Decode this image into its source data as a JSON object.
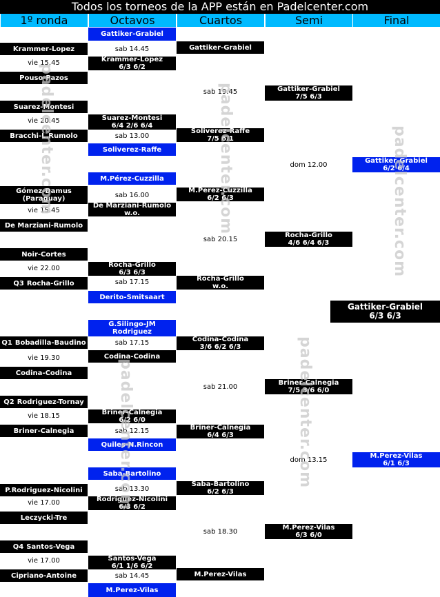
{
  "banner": "Todos los torneos de la APP están en Padelcenter.com",
  "columns": [
    "1º ronda",
    "Octavos",
    "Cuartos",
    "Semi",
    "Final"
  ],
  "watermark": "padelcenter.com",
  "round1": [
    {
      "line1": "Krammer-Lopez"
    },
    {
      "line1": "Pouso-Pazos"
    },
    {
      "line1": "Suarez-Montesi"
    },
    {
      "line1": "Bracchi-L.Rumolo"
    },
    {
      "line1": "Gómez-Damus",
      "line2": "(Paraguay)"
    },
    {
      "line1": "De Marziani-Rumolo"
    },
    {
      "line1": "Noir-Cortes"
    },
    {
      "seed": "Q3",
      "line1": "Rocha-Grillo"
    },
    {
      "seed": "Q1",
      "line1": "Bobadilla-Baudino"
    },
    {
      "line1": "Codina-Codina"
    },
    {
      "seed": "Q2",
      "line1": "Rodriguez-Tornay"
    },
    {
      "line1": "Briner-Calnegia"
    },
    {
      "line1": "P.Rodriguez-Nicolini"
    },
    {
      "line1": "Leczycki-Tre"
    },
    {
      "seed": "Q4",
      "line1": "Santos-Vega"
    },
    {
      "line1": "Cipriano-Antoine"
    }
  ],
  "round1_times": [
    "vie 15.45",
    "vie 20.45",
    "vie 15.45",
    "vie 22.00",
    "vie 19.30",
    "vie 18.15",
    "vie 17.00",
    "vie 17.00"
  ],
  "octavos": [
    {
      "line1": "Gattiker-Grabiel",
      "color": "blue"
    },
    {
      "line1": "Krammer-Lopez",
      "line2": "6/3 6/2",
      "color": "black"
    },
    {
      "line1": "Suarez-Montesi",
      "line2": "6/4 2/6 6/4",
      "color": "black"
    },
    {
      "line1": "Soliverez-Raffe",
      "color": "blue"
    },
    {
      "line1": "M.Pérez-Cuzzilla",
      "color": "blue"
    },
    {
      "line1": "De Marziani-Rumolo",
      "line2": "w.o.",
      "color": "black"
    },
    {
      "line1": "Rocha-Grillo",
      "line2": "6/3 6/3",
      "color": "black"
    },
    {
      "line1": "Derito-Smitsaart",
      "color": "blue"
    },
    {
      "line1": "G.Silingo-JM",
      "line2": "Rodriguez",
      "color": "blue"
    },
    {
      "line1": "Codina-Codina",
      "color": "black"
    },
    {
      "line1": "Briner-Calnegia",
      "line2": "6/2 6/0",
      "color": "black"
    },
    {
      "line1": "Quiles-N.Rincon",
      "color": "blue"
    },
    {
      "line1": "Saba-Bartolino",
      "color": "blue"
    },
    {
      "line1": "Rodriguez-Nicolini",
      "line2": "6/3 6/2",
      "color": "black"
    },
    {
      "line1": "Santos-Vega",
      "line2": "6/1 1/6 6/2",
      "color": "black"
    },
    {
      "line1": "M.Perez-Vilas",
      "color": "blue"
    }
  ],
  "octavos_times": [
    "sab 14.45",
    "sab 13.00",
    "sab 16.00",
    "sab 17.15",
    "sab 17.15",
    "sab 12.15",
    "sab 13.30",
    "sab 14.45"
  ],
  "cuartos": [
    {
      "line1": "Gattiker-Grabiel"
    },
    {
      "line1": "Soliverez-Raffe",
      "line2": "7/5 6/1"
    },
    {
      "line1": "M.Perez-Cuzzilla",
      "line2": "6/2 6/3"
    },
    {
      "line1": "Rocha-Grillo",
      "line2": "w.o."
    },
    {
      "line1": "Codina-Codina",
      "line2": "3/6 6/2 6/3"
    },
    {
      "line1": "Briner-Calnegia",
      "line2": "6/4 6/3"
    },
    {
      "line1": "Saba-Bartolino",
      "line2": "6/2 6/3"
    },
    {
      "line1": "M.Perez-Vilas"
    }
  ],
  "cuartos_times": [
    "sab 19.45",
    "sab 20.15",
    "sab 21.00",
    "sab 18.30"
  ],
  "semi": [
    {
      "line1": "Gattiker-Grabiel",
      "line2": "7/5 6/3"
    },
    {
      "line1": "Rocha-Grillo",
      "line2": "4/6 6/4 6/3"
    },
    {
      "line1": "Briner-Calnegia",
      "line2": "7/5 3/6 6/0"
    },
    {
      "line1": "M.Perez-Vilas",
      "line2": "6/3 6/0"
    }
  ],
  "semi_times": [
    "dom 12.00",
    "dom 13.15"
  ],
  "final": [
    {
      "line1": "Gattiker-Grabiel",
      "line2": "6/2 6/4",
      "color": "blue"
    },
    {
      "line1": "M.Perez-Vilas",
      "line2": "6/1 6/3",
      "color": "blue"
    }
  ],
  "champion": {
    "line1": "Gattiker-Grabiel",
    "line2": "6/3 6/3"
  }
}
